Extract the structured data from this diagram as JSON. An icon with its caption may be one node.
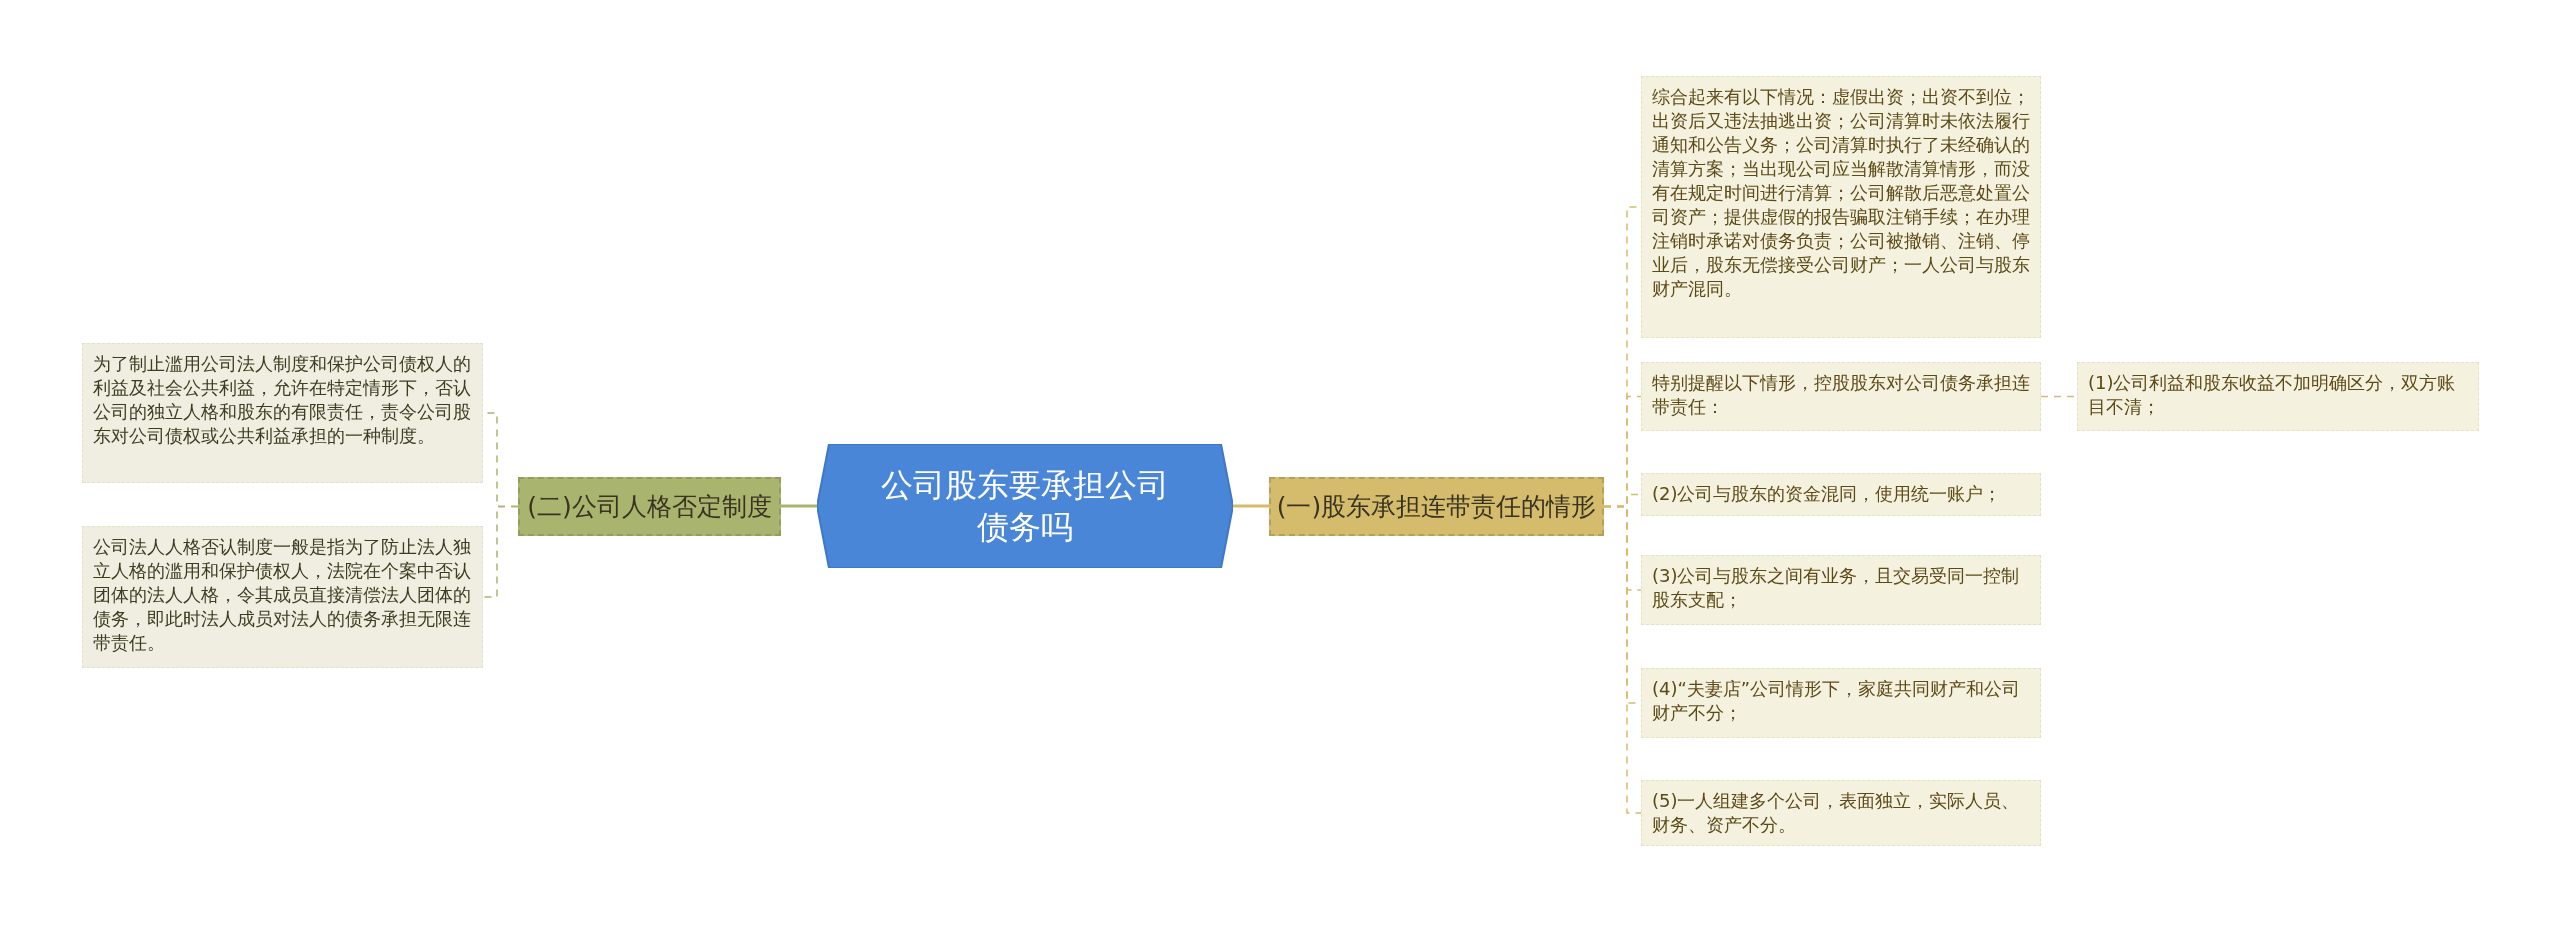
{
  "diagram": {
    "nodes": [
      {
        "text": [
          "公司股东要承担公司债务吗"
        ]
      },
      {
        "text": [
          "(一)股东承担连带责任的情形"
        ]
      },
      {
        "text": [
          "(二)公司人格否定制度"
        ]
      },
      {
        "text": [
          "综合起来有以下情况：虚假出资；出资不到位；出资后又违法抽逃出资；公司清算时未依法履行通知和公告义务；公司清算时执行了未经确认的清算方案；当出现公司应当解散清算情形，而没有在规定时间进行清算；公司解散后恶意处置公司资产；提供虚假的报告骗取注销手续；在办理注销时承诺对债务负责；公司被撤销、注销、停业后，股东无偿接受公司财产；一人公司与股东财产混同。"
        ]
      },
      {
        "text": [
          "特别提醒以下情形，控股股东对公司债务承担连带责任："
        ]
      },
      {
        "text": [
          "(1)公司利益和股东收益不加明确区分，双方账目不清；"
        ]
      },
      {
        "text": [
          "(2)公司与股东的资金混同，使用统一账户；"
        ]
      },
      {
        "text": [
          "(3)公司与股东之间有业务，且交易受同一控制股东支配；"
        ]
      },
      {
        "text": [
          "(4)“夫妻店”公司情形下，家庭共同财产和公司财产不分；"
        ]
      },
      {
        "text": [
          "(5)一人组建多个公司，表面独立，实际人员、财务、资产不分。"
        ]
      },
      {
        "text": [
          "为了制止滥用公司法人制度和保护公司债权人的利益及社会公共利益，允许在特定情形下，否认公司的独立人格和股东的有限责任，责令公司股东对公司债权或公共利益承担的一种制度。"
        ]
      },
      {
        "text": [
          "公司法人人格否认制度一般是指为了防止法人独立人格的滥用和保护债权人，法院在个案中否认团体的法人人格，令其成员直接清偿法人团体的债务，即此时法人成员对法人的债务承担无限连带责任。"
        ]
      }
    ],
    "edges": [
      {
        "from": 0,
        "to": 1,
        "arrow": "none"
      },
      {
        "from": 0,
        "to": 2,
        "arrow": "none",
        "color": "#a9b46f"
      },
      {
        "from": 1,
        "to": 3,
        "arrow": "none",
        "style": "dashed"
      },
      {
        "from": 1,
        "to": 4,
        "arrow": "none",
        "style": "dashed"
      },
      {
        "from": 4,
        "to": 5,
        "arrow": "none",
        "style": "dashed"
      },
      {
        "from": 1,
        "to": 6,
        "arrow": "none",
        "style": "dashed"
      },
      {
        "from": 1,
        "to": 7,
        "arrow": "none",
        "style": "dashed"
      },
      {
        "from": 1,
        "to": 8,
        "arrow": "none",
        "style": "dashed"
      },
      {
        "from": 1,
        "to": 9,
        "arrow": "none",
        "style": "dashed"
      },
      {
        "from": 2,
        "to": 10,
        "arrow": "none",
        "style": "dashed",
        "color": "#a9b46f"
      },
      {
        "from": 2,
        "to": 11,
        "arrow": "none",
        "style": "dashed",
        "color": "#a9b46f"
      }
    ]
  }
}
